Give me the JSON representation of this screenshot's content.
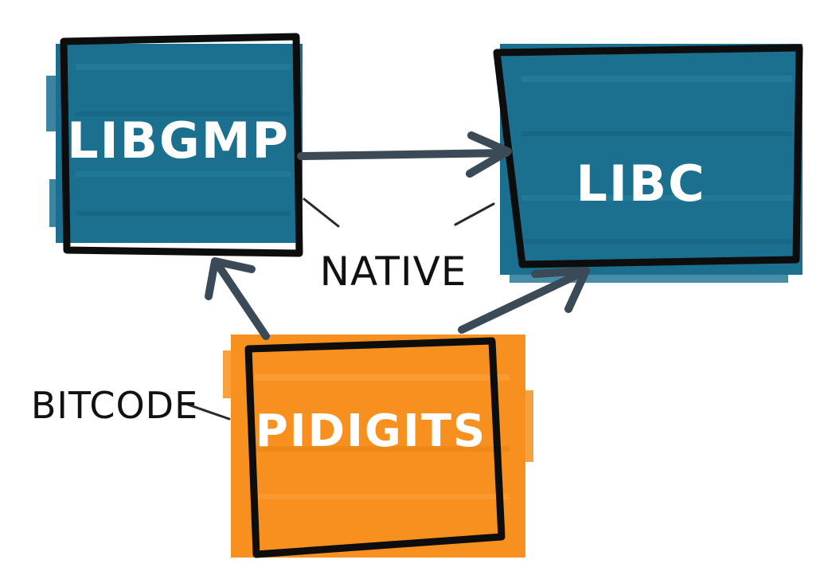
{
  "nodes": {
    "libgmp": {
      "label": "LIBGMP",
      "color": "#1b6f8f"
    },
    "libc": {
      "label": "LIBC",
      "color": "#1b6f8f"
    },
    "pidigits": {
      "label": "PIDIGITS",
      "color": "#f7901e"
    }
  },
  "annotations": {
    "native": "NATIVE",
    "bitcode": "BITCODE"
  },
  "colors": {
    "outline": "#0d0d0d",
    "arrow": "#3a4a56",
    "text_on_box": "#ffffff"
  },
  "icons": {
    "arrow_head": "chevron-arrowhead"
  }
}
